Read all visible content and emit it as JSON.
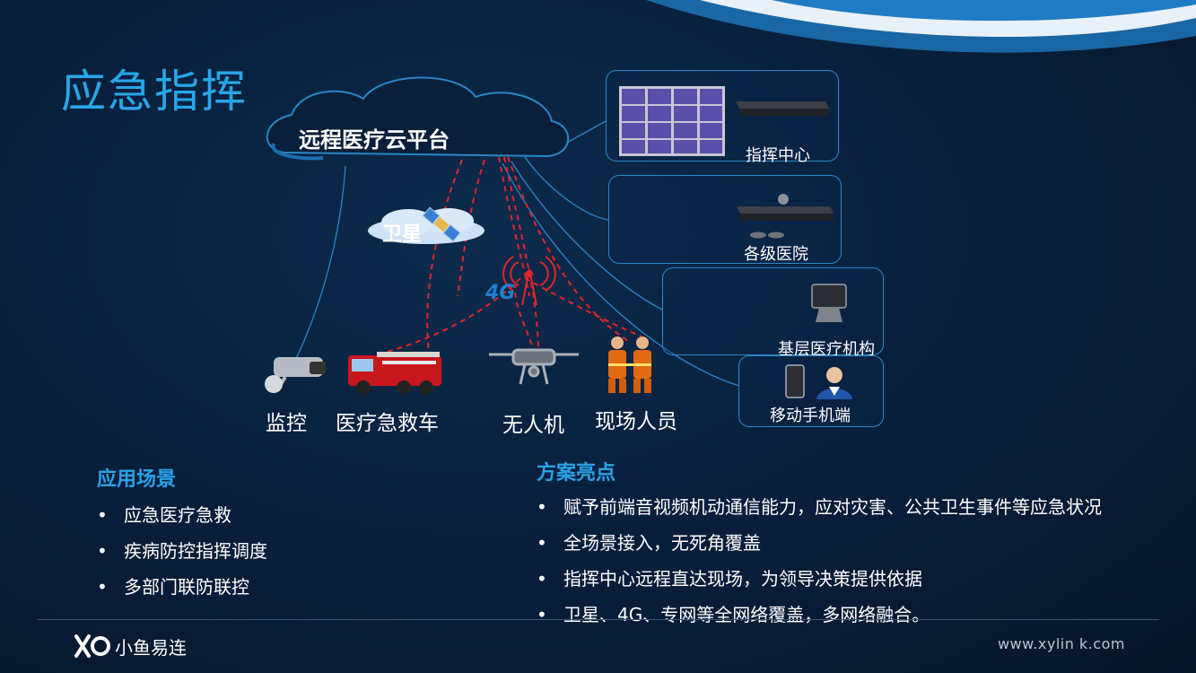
{
  "title": "应急指挥",
  "cloud": {
    "label": "远程医疗云平台"
  },
  "satellite": {
    "label": "卫星"
  },
  "network": {
    "label": "4G"
  },
  "endpoints": [
    {
      "label": "指挥中心"
    },
    {
      "label": "各级医院"
    },
    {
      "label": "基层医疗机构"
    },
    {
      "label": "移动手机端"
    }
  ],
  "field_units": [
    {
      "label": "监控"
    },
    {
      "label": "医疗急救车"
    },
    {
      "label": "无人机"
    },
    {
      "label": "现场人员"
    }
  ],
  "scenarios": {
    "heading": "应用场景",
    "items": [
      "应急医疗急救",
      "疾病防控指挥调度",
      "多部门联防联控"
    ]
  },
  "highlights": {
    "heading": "方案亮点",
    "items": [
      "赋予前端音视频机动通信能力，应对灾害、公共卫生事件等应急状况",
      "全场景接入，无死角覆盖",
      "指挥中心远程直达现场，为领导决策提供依据",
      "卫星、4G、专网等全网络覆盖，多网络融合。"
    ]
  },
  "footer": {
    "logo_text": "小鱼易连",
    "url": "www.xylin k.com"
  },
  "colors": {
    "accent": "#28a6e8",
    "link_line": "#2a86c8",
    "radio_link": "#e0262b",
    "background": "#071a33"
  }
}
